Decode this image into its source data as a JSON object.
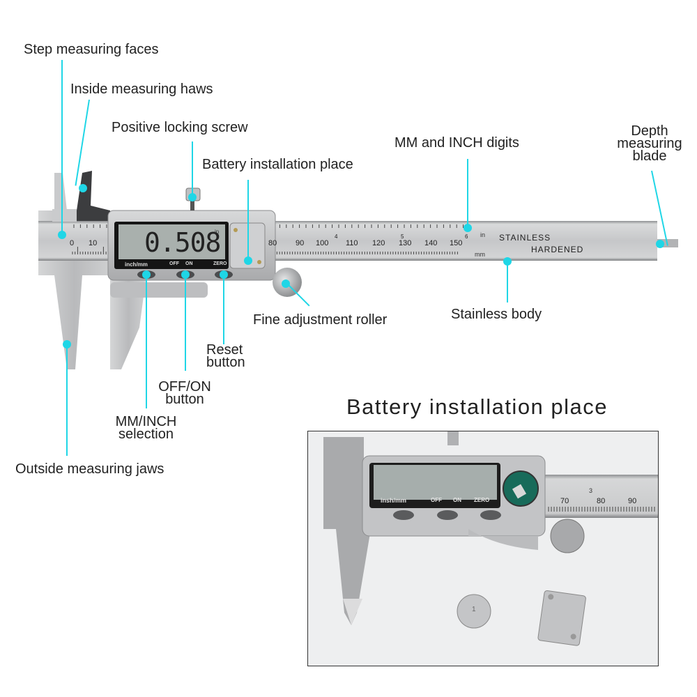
{
  "labels": {
    "step_faces": "Step measuring faces",
    "inside_jaws": "Inside measuring haws",
    "locking_screw": "Positive locking screw",
    "battery_place": "Battery installation place",
    "mm_inch_digits": "MM and INCH digits",
    "depth_blade": [
      "Depth",
      "measuring",
      "blade"
    ],
    "fine_roller": "Fine adjustment roller",
    "stainless_body": "Stainless body",
    "reset_button": [
      "Reset",
      "button"
    ],
    "offon_button": [
      "OFF/ON",
      "button"
    ],
    "mm_inch_selection": [
      "MM/INCH",
      "selection"
    ],
    "outside_jaws": "Outside measuring jaws"
  },
  "display": {
    "reading": "0.508",
    "unit": "in",
    "button_labels": [
      "inch/mm",
      "OFF",
      "ON",
      "ZERO"
    ]
  },
  "scale": {
    "mm_numbers": [
      "0",
      "10",
      "80",
      "90",
      "100",
      "110",
      "120",
      "130",
      "140",
      "150"
    ],
    "inch_numbers": [
      "4",
      "5",
      "6"
    ],
    "inch_unit": "in",
    "mm_unit": "mm",
    "engraving": [
      "STAINLESS",
      "HARDENED"
    ]
  },
  "inset": {
    "title": "Battery installation place",
    "button_labels": [
      "insh/mm",
      "OFF",
      "ON",
      "ZERO"
    ],
    "mm_numbers": [
      "70",
      "80",
      "90"
    ],
    "inch_number": "3",
    "battery_text": "1"
  },
  "colors": {
    "accent": "#1fd6e6",
    "steel": "#c8c9cb",
    "lcd": "#a9b0ad"
  }
}
